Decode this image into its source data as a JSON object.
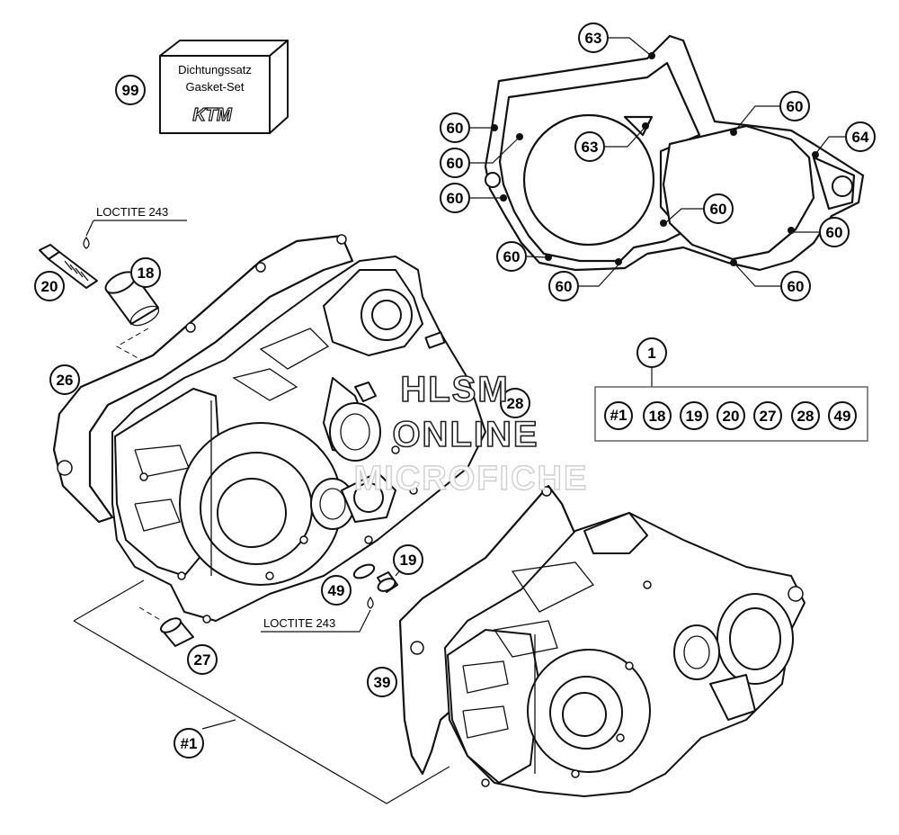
{
  "kit_box": {
    "line1": "Dichtungssatz",
    "line2": "Gasket-Set",
    "logo": "KTM"
  },
  "loctite": [
    "LOCTITE 243",
    "LOCTITE 243"
  ],
  "callouts": {
    "c99": "99",
    "c20": "20",
    "c18": "18",
    "c26": "26",
    "c28": "28",
    "c49": "49",
    "c19": "19",
    "c27": "27",
    "c39": "39",
    "c1": "1",
    "h1": "#1",
    "g63a": "63",
    "g63b": "63",
    "g64": "64",
    "g60a": "60",
    "g60b": "60",
    "g60c": "60",
    "g60d": "60",
    "g60e": "60",
    "g60f": "60",
    "g60g": "60",
    "g60h": "60",
    "g60i": "60"
  },
  "set_box": {
    "items": [
      "#1",
      "18",
      "19",
      "20",
      "27",
      "28",
      "49"
    ]
  },
  "watermark": {
    "line1": "HLSM",
    "line2": "ONLINE",
    "line3": "MICROFICHE"
  }
}
